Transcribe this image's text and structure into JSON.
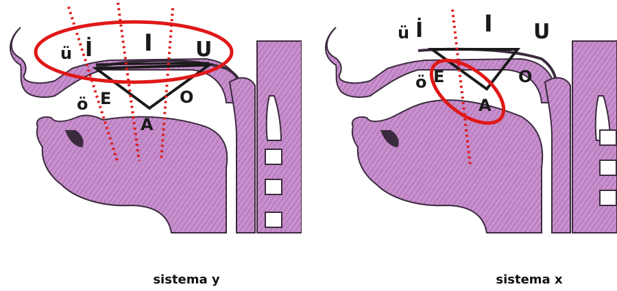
{
  "colors": {
    "tissue": "#c78fcc",
    "tissue_dark": "#8f4f99",
    "outline": "#3a2a3d",
    "highlight": "#e01818"
  },
  "left": {
    "caption": "sistema y",
    "vowels": {
      "u_umlaut": "ü",
      "i_dot": "İ",
      "i": "I",
      "u": "U",
      "o_umlaut": "ö",
      "e": "E",
      "o": "O",
      "a": "A"
    }
  },
  "right": {
    "caption": "sistema x",
    "vowels": {
      "u_umlaut": "ü",
      "i_dot": "İ",
      "i": "I",
      "u": "U",
      "o_umlaut": "ö",
      "e": "E",
      "o": "O",
      "a": "A"
    }
  }
}
